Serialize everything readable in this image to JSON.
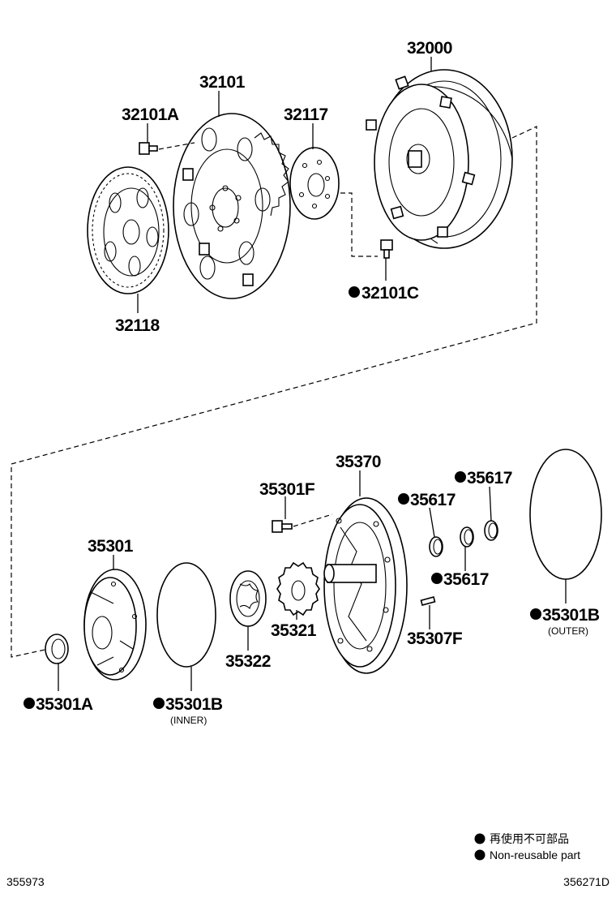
{
  "parts": {
    "p32000": "32000",
    "p32101": "32101",
    "p32101A": "32101A",
    "p32117": "32117",
    "p32101C": "32101C",
    "p32118": "32118",
    "p35370": "35370",
    "p35301F": "35301F",
    "p35617a": "35617",
    "p35617b": "35617",
    "p35617c": "35617",
    "p35301": "35301",
    "p35321": "35321",
    "p35307F": "35307F",
    "p35301B_outer": "35301B",
    "outer_note": "(OUTER)",
    "p35322": "35322",
    "p35301A": "35301A",
    "p35301B_inner": "35301B",
    "inner_note": "(INNER)"
  },
  "legend": {
    "japanese": "再使用不可部品",
    "english": "Non-reusable part"
  },
  "corner": {
    "left": "355973",
    "right": "356271D"
  }
}
